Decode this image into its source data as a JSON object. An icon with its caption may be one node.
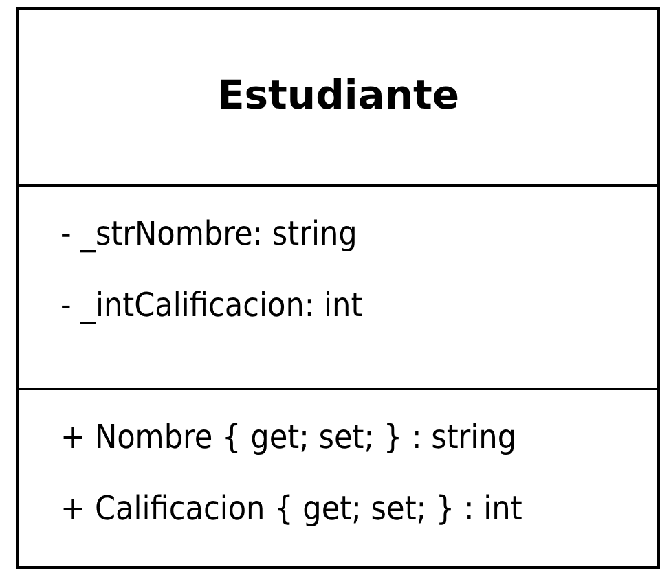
{
  "diagram": {
    "nodes": [
      {
        "text": [
          "Estudiante",
          "- _strNombre: string",
          "- _intCalificacion: int",
          "+ Nombre { get; set; } : string",
          "+ Calificacion { get; set; } : int"
        ]
      }
    ]
  }
}
